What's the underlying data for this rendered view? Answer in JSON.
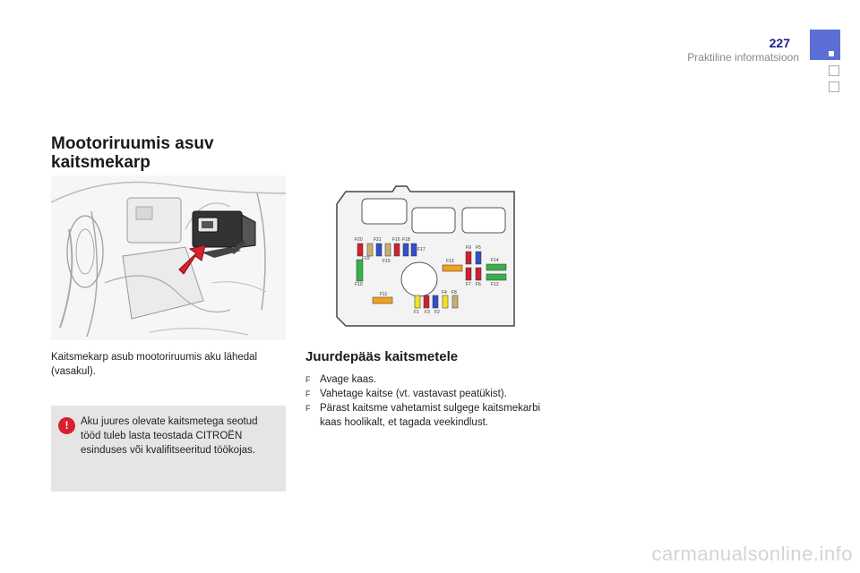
{
  "header": {
    "page_number": "227",
    "section_title": "Praktiline informatsioon"
  },
  "main": {
    "heading_line1": "Mootoriruumis asuv",
    "heading_line2": "kaitsmekarp",
    "location_text": "Kaitsmekarp asub mootoriruumis aku lähedal (vasakul).",
    "warning_text": "Aku juures olevate kaitsmetega seotud tööd tuleb lasta teostada CITROËN esinduses või kvalifitseeritud töökojas.",
    "access_heading": "Juurdepääs kaitsmetele",
    "steps": [
      "Avage kaas.",
      "Vahetage kaitse (vt. vastavast peatükist).",
      "Pärast kaitsme vahetamist sulgege kaitsmekarbi kaas hoolikalt, et tagada veekindlust."
    ],
    "warning_icon_glyph": "!",
    "bullet_glyph": "F"
  },
  "fuse_labels": {
    "f20": "F20",
    "f21": "F21",
    "f16": "F16",
    "f18": "F18",
    "f17": "F17",
    "f19": "F19",
    "f15": "F15",
    "f10": "F10",
    "f11": "F11",
    "f13": "F13",
    "f9": "F9",
    "f5": "F5",
    "f7": "F7",
    "f6": "F6",
    "f14": "F14",
    "f12": "F12",
    "f4": "F4",
    "f8": "F8",
    "f1": "F1",
    "f3": "F3",
    "f2": "F2"
  },
  "icons": {
    "warning": "warning-icon",
    "bullet": "bullet-icon",
    "pointer": "red-arrow-icon"
  },
  "colors": {
    "accent_blue": "#5b6fd6",
    "warning_red": "#d8202e",
    "fuse_red": "#d02030",
    "fuse_blue": "#3050c8",
    "fuse_green": "#3ab04a",
    "fuse_orange": "#f0a020",
    "fuse_yellow": "#f0e030",
    "fuse_tan": "#c8b070"
  },
  "watermark": "carmanualsonline.info"
}
